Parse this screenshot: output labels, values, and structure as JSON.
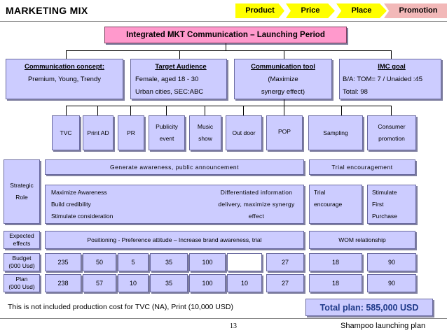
{
  "header": {
    "title": "MARKETING MIX",
    "tabs": [
      "Product",
      "Price",
      "Place",
      "Promotion"
    ]
  },
  "main_box": "Integrated MKT Communication – Launching Period",
  "categories": [
    {
      "heading": "Communication concept:",
      "lines": [
        "Premium, Young, Trendy"
      ]
    },
    {
      "heading": "Target Audience",
      "lines": [
        "Female, aged 18 - 30",
        "Urban cities, SEC:ABC"
      ]
    },
    {
      "heading": "Communication tool",
      "lines": [
        "(Maximize",
        "synergy effect)"
      ]
    },
    {
      "heading": "IMC goal",
      "lines": [
        "B/A: TOM= 7 / Unaided :45",
        "Total: 98"
      ]
    }
  ],
  "tools": [
    {
      "lines": [
        "TVC"
      ]
    },
    {
      "lines": [
        "Print AD"
      ]
    },
    {
      "lines": [
        "PR"
      ]
    },
    {
      "lines": [
        "Publicity",
        "event"
      ]
    },
    {
      "lines": [
        "Music",
        "show"
      ]
    },
    {
      "lines": [
        "Out door"
      ]
    },
    {
      "lines": [
        "POP"
      ]
    },
    {
      "lines": [
        "Sampling"
      ]
    },
    {
      "lines": [
        "Consumer",
        "promotion"
      ]
    }
  ],
  "labels": {
    "strategic_role": [
      "Strategic",
      "Role"
    ],
    "expected_effects": [
      "Expected",
      "effects"
    ],
    "budget": [
      "Budget",
      "(000 Usd)"
    ],
    "plan": [
      "Plan",
      "(000 Usd)"
    ]
  },
  "strategic": {
    "generate": "Generate awareness, public announcement",
    "trial": "Trial encouragement",
    "left_lines": [
      "Maximize Awareness",
      "Build credibility",
      "Stimulate consideration"
    ],
    "mid_lines": [
      "Differentiated information",
      "delivery, maximize synergy",
      "effect"
    ],
    "trial_lines": [
      "Trial",
      "encourage"
    ],
    "stim_lines": [
      "Stimulate",
      "First",
      "Purchase"
    ]
  },
  "expected": {
    "positioning": "Positioning - Preference attitude – Increase brand awareness, trial",
    "wom": "WOM relationship"
  },
  "budget_values": [
    "235",
    "50",
    "5",
    "35",
    "100",
    "",
    "27",
    "18",
    "90"
  ],
  "plan_values": [
    "238",
    "57",
    "10",
    "35",
    "100",
    "10",
    "27",
    "18",
    "90"
  ],
  "note": "This is not included production cost for TVC (NA), Print (10,000 USD)",
  "total": "Total plan: 585,000 USD",
  "page_number": "13",
  "footer": "Shampoo launching plan"
}
